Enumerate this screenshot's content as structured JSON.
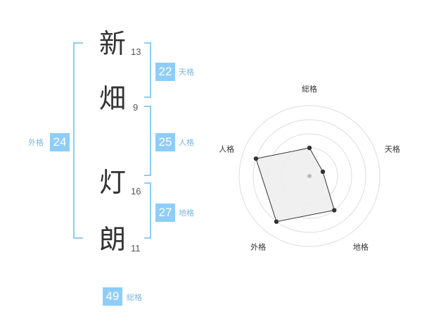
{
  "name": {
    "characters": [
      {
        "char": "新",
        "strokes": "13"
      },
      {
        "char": "畑",
        "strokes": "9"
      },
      {
        "char": "灯",
        "strokes": "16"
      },
      {
        "char": "朗",
        "strokes": "11"
      }
    ]
  },
  "kakusu": {
    "ten": {
      "value": "22",
      "label": "天格"
    },
    "jin": {
      "value": "25",
      "label": "人格"
    },
    "chi": {
      "value": "27",
      "label": "地格"
    },
    "gai": {
      "value": "24",
      "label": "外格"
    },
    "sou": {
      "value": "49",
      "label": "総格"
    }
  },
  "colors": {
    "accent": "#8ecdf8",
    "accent_text": "#7ab8e6",
    "kanji": "#333333",
    "radar_fill": "#eeeeee",
    "radar_line": "#333333",
    "ring": "#dddddd"
  },
  "chart_data": {
    "type": "radar",
    "title": "",
    "axes": [
      "総格",
      "天格",
      "地格",
      "外格",
      "人格"
    ],
    "rlim": [
      0,
      5
    ],
    "rings": 5,
    "grid": true,
    "series": [
      {
        "values": [
          2,
          1,
          3,
          4,
          4
        ]
      }
    ]
  }
}
